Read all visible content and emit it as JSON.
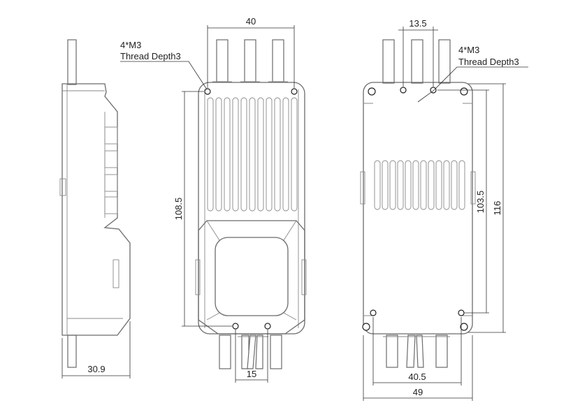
{
  "dimensions": {
    "left_width": "30.9",
    "front_top_width": "40",
    "front_height": "108.5",
    "front_bottom_width": "15",
    "rear_top_width": "13.5",
    "rear_inner_height": "103.5",
    "rear_height": "116",
    "rear_inner_width": "40.5",
    "rear_width": "49"
  },
  "notes": {
    "front": {
      "line1": "4*M3",
      "line2": "Thread Depth3"
    },
    "rear": {
      "line1": "4*M3",
      "line2": "Thread Depth3"
    }
  }
}
